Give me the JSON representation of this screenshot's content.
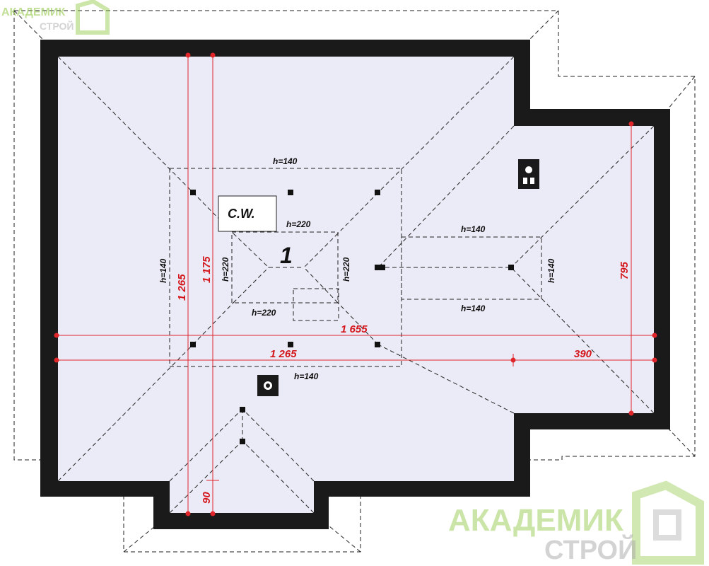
{
  "drawing": {
    "room_number": "1",
    "cw_label": "C.W.",
    "dimensions": {
      "total_width": "1 655",
      "main_width": "1 265",
      "wing_width": "390",
      "main_depth": "1 265",
      "depth_inner": "1 175",
      "wing_depth": "795",
      "porch_depth": "90"
    },
    "heights": {
      "top": "h=140",
      "bottom": "h=140",
      "left": "h=140",
      "inner_top": "h=220",
      "inner_left": "h=220",
      "inner_right": "h=220",
      "inner_bottom": "h=220",
      "wing_top": "h=140",
      "wing_bottom": "h=140",
      "wing_right": "h=140"
    },
    "colors": {
      "roof_fill": "#ebebf7",
      "wall": "#1a1a1a",
      "dimension_red": "#d4161b"
    }
  },
  "watermarks": {
    "top_left_line1": "АКАДЕМИК",
    "top_left_line2": "СТРОЙ",
    "bottom_right_line1": "АКАДЕМИК",
    "bottom_right_line2": "СТРОЙ"
  }
}
